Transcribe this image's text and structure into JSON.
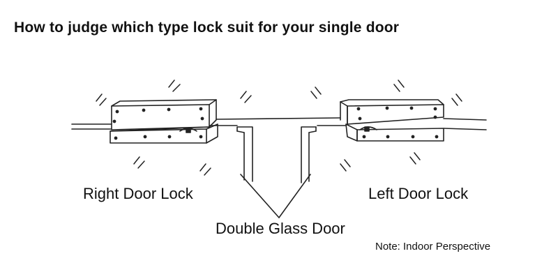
{
  "title": "How to judge which type lock suit for your single door",
  "labels": {
    "right_door_lock": "Right Door Lock",
    "left_door_lock": "Left Door Lock",
    "double_glass_door": "Double Glass Door"
  },
  "note": "Note: Indoor Perspective",
  "colors": {
    "line": "#222222",
    "background": "#ffffff"
  }
}
